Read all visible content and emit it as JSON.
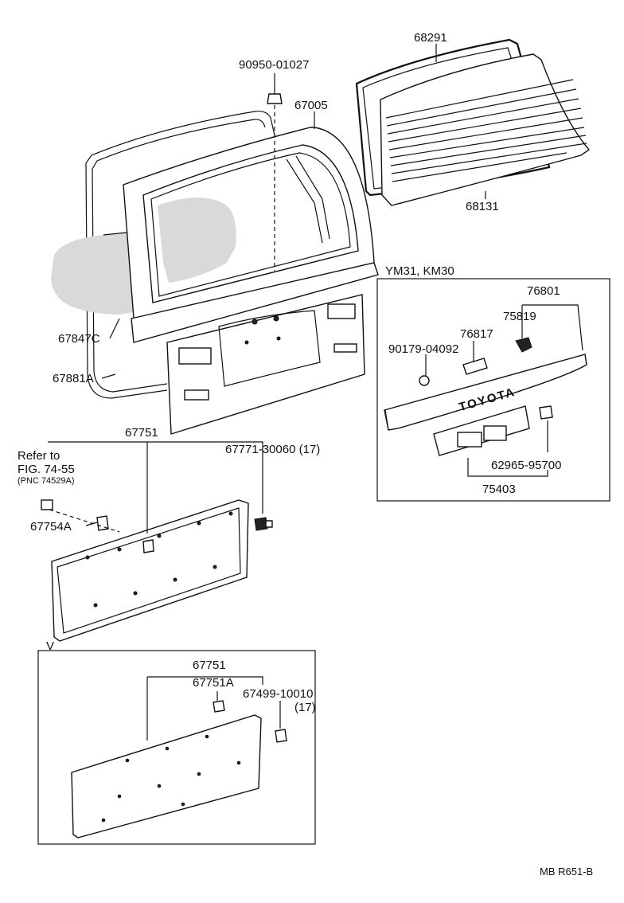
{
  "parts": {
    "p90950_01027": "90950-01027",
    "p67005": "67005",
    "p68291": "68291",
    "p68131": "68131",
    "p67847c": "67847C",
    "p67881a": "67881A",
    "p76801": "76801",
    "p75819": "75819",
    "p76817": "76817",
    "p90179_04092": "90179-04092",
    "p62965_95700": "62965-95700",
    "p75403": "75403",
    "p67751_main": "67751",
    "p67771_30060": "67771-30060 (17)",
    "p67754a": "67754A",
    "p67751_v": "67751",
    "p67751a": "67751A",
    "p67499_10010": "67499-10010",
    "p67499_qty": "(17)"
  },
  "labels": {
    "model_box_title": "YM31, KM30",
    "emblem_text": "TOYOTA",
    "refer_to": "Refer to",
    "fig_ref": "FIG. 74-55",
    "pnc_ref": "(PNC 74529A)",
    "variant_mark": "V",
    "diagram_code": "MB R651-B"
  }
}
